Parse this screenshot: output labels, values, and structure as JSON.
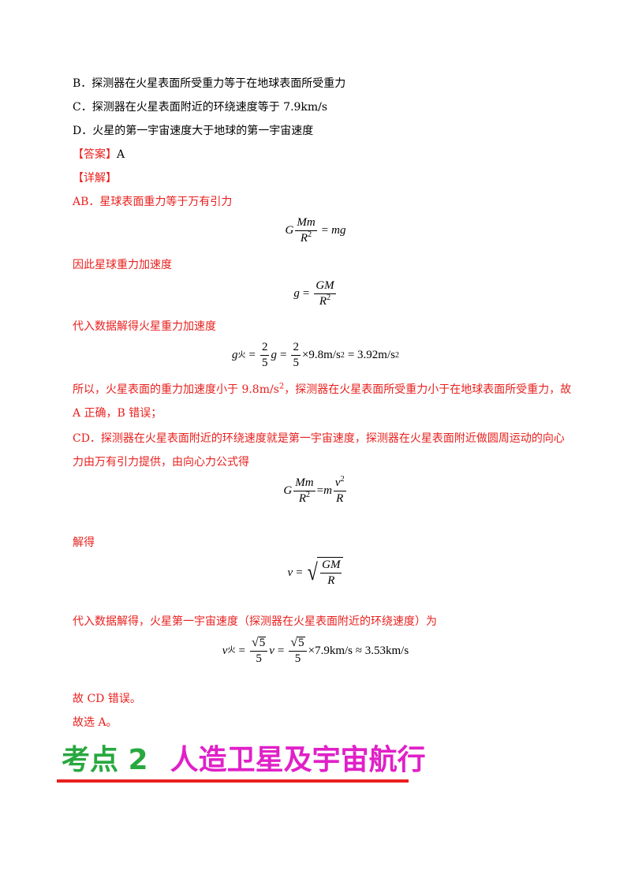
{
  "option_b": "B．探测器在火星表面所受重力等于在地球表面所受重力",
  "option_c": "C．探测器在火星表面附近的环绕速度等于 7.9km/s",
  "option_d": "D．火星的第一宇宙速度大于地球的第一宇宙速度",
  "answer_tag": "【答案】",
  "answer_value": "A",
  "detail_tag": "【详解】",
  "p_ab": "AB．星球表面重力等于万有引力",
  "p_g_intro": "因此星球重力加速度",
  "p_sub": "代入数据解得火星重力加速度",
  "p_so_1": "所以，火星表面的重力加速度小于 9.8m/s",
  "p_so_1b": "，探测器在火星表面所受重力小于在地球表面所受重力，故",
  "p_so_2": "A 正确，B 错误；",
  "p_cd_1": "CD．探测器在火星表面附近的环绕速度就是第一宇宙速度，探测器在火星表面附近做圆周运动的向心",
  "p_cd_2": "力由万有引力提供，由向心力公式得",
  "p_solve": "解得",
  "p_sub2": "代入数据解得，火星第一宇宙速度（探测器在火星表面附近的环绕速度）为",
  "p_cd_wrong": "故 CD 错误。",
  "p_choose": "故选 A。",
  "heading": {
    "number": "考点 2",
    "title": "人造卫星及宇宙航行"
  },
  "formulas": {
    "f1": {
      "G": "G",
      "num": "Mm",
      "den": "R",
      "exp": "2",
      "eq": "=",
      "rhs": "mg"
    },
    "f2": {
      "lhs": "g",
      "eq": "=",
      "num": "GM",
      "den": "R",
      "exp": "2"
    },
    "f3": {
      "lhs": "g",
      "sub": "火",
      "eq": "=",
      "n1": "2",
      "d1": "5",
      "g": "g",
      "eq2": "=",
      "n2": "2",
      "d2": "5",
      "times": "×9.8m/s",
      "exp": "2",
      "eq3": "= 3.92m/s",
      "exp2": "2"
    },
    "f4": {
      "G": "G",
      "num": "Mm",
      "den": "R",
      "exp": "2",
      "eq": "=",
      "m": "m",
      "vnum": "v",
      "vexp": "2",
      "vden": "R"
    },
    "f5": {
      "lhs": "v",
      "eq": "=",
      "num": "GM",
      "den": "R"
    },
    "f6": {
      "lhs": "v",
      "sub": "火",
      "eq": "=",
      "root": "5",
      "den": "5",
      "v": "v",
      "eq2": "=",
      "root2": "5",
      "den2": "5",
      "tail": "×7.9km/s ≈ 3.53km/s"
    }
  }
}
